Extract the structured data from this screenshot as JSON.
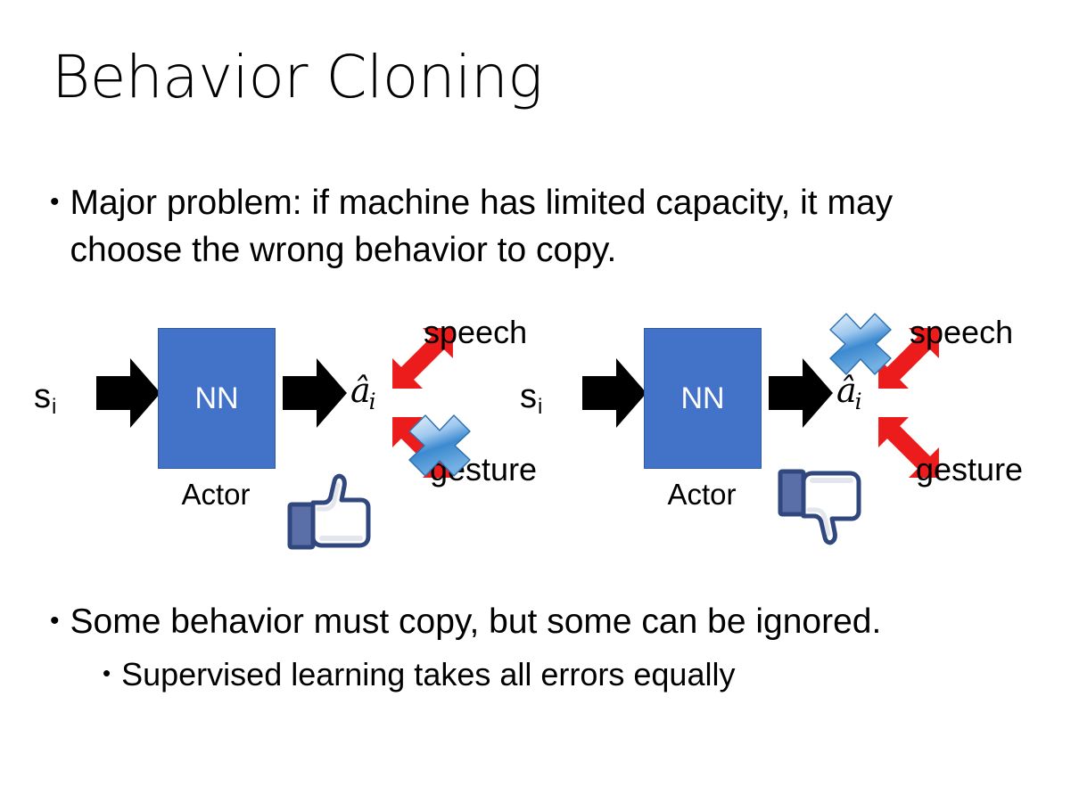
{
  "slide": {
    "title": "Behavior Cloning",
    "background_color": "#FFFFFF"
  },
  "bullets": {
    "top": "Major problem: if machine has limited capacity, it may choose the wrong behavior to copy.",
    "bottom_level1": "Some behavior must copy, but some can be ignored.",
    "bottom_level2": "Supervised learning takes all errors equally",
    "marker": "•"
  },
  "colors": {
    "nn_box": "#4273C8",
    "nn_box_border": "#315A9E",
    "red_arrow": "#ED1C1C",
    "cross_blue_light": "#CFE2F7",
    "cross_blue_dark": "#2E7BC4",
    "thumb_blue": "#3B5998",
    "black": "#000000",
    "white": "#FFFFFF"
  },
  "diagrams": [
    {
      "id": "left",
      "state_label": "s",
      "state_subscript": "i",
      "box_label": "NN",
      "box_caption": "Actor",
      "action_label": "â",
      "action_subscript": "i",
      "branches": [
        {
          "name": "speech",
          "label": "speech",
          "crossed_out": false
        },
        {
          "name": "gesture",
          "label": "gesture",
          "crossed_out": true
        }
      ],
      "feedback_icon": "thumbs-up-icon"
    },
    {
      "id": "right",
      "state_label": "s",
      "state_subscript": "i",
      "box_label": "NN",
      "box_caption": "Actor",
      "action_label": "â",
      "action_subscript": "i",
      "branches": [
        {
          "name": "speech",
          "label": "speech",
          "crossed_out": true
        },
        {
          "name": "gesture",
          "label": "gesture",
          "crossed_out": false
        }
      ],
      "feedback_icon": "thumbs-down-icon"
    }
  ]
}
